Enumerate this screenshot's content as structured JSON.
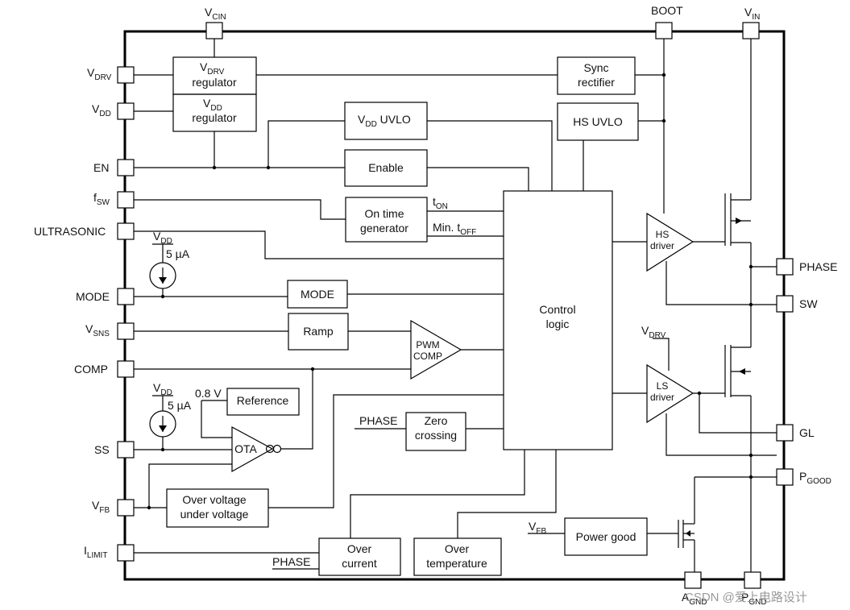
{
  "pins": {
    "vcin": {
      "main": "V",
      "sub": "CIN"
    },
    "boot": "BOOT",
    "vin": {
      "main": "V",
      "sub": "IN"
    },
    "vdrv": {
      "main": "V",
      "sub": "DRV"
    },
    "vdd": {
      "main": "V",
      "sub": "DD"
    },
    "en": "EN",
    "fsw": {
      "main": "f",
      "sub": "SW"
    },
    "ultrasonic": "ULTRASONIC",
    "mode": "MODE",
    "vsns": {
      "main": "V",
      "sub": "SNS"
    },
    "comp": "COMP",
    "ss": "SS",
    "vfb": {
      "main": "V",
      "sub": "FB"
    },
    "ilimit": {
      "main": "I",
      "sub": "LIMIT"
    },
    "phase": "PHASE",
    "sw": "SW",
    "gl": "GL",
    "pgood": {
      "main": "P",
      "sub": "GOOD"
    },
    "agnd": {
      "main": "A",
      "sub": "GND"
    },
    "pgnd": {
      "main": "P",
      "sub": "GND"
    }
  },
  "blocks": {
    "vdrv_regulator": {
      "l1_main": "V",
      "l1_sub": "DRV",
      "l2": "regulator"
    },
    "vdd_regulator": {
      "l1_main": "V",
      "l1_sub": "DD",
      "l2": "regulator"
    },
    "vdd_uvlo": {
      "main": "V",
      "sub": "DD",
      "rest": " UVLO"
    },
    "enable": "Enable",
    "on_time_l1": "On time",
    "on_time_l2": "generator",
    "mode": "MODE",
    "ramp": "Ramp",
    "reference": "Reference",
    "ovuv_l1": "Over voltage",
    "ovuv_l2": "under voltage",
    "over_current_l1": "Over",
    "over_current_l2": "current",
    "over_temp_l1": "Over",
    "over_temp_l2": "temperature",
    "power_good": "Power good",
    "zero_crossing_l1": "Zero",
    "zero_crossing_l2": "crossing",
    "control_l1": "Control",
    "control_l2": "logic",
    "sync_l1": "Sync",
    "sync_l2": "rectifier",
    "hs_uvlo": "HS UVLO",
    "pwm_l1": "PWM",
    "pwm_l2": "COMP",
    "ota": "OTA",
    "hs_l1": "HS",
    "hs_l2": "driver",
    "ls_l1": "LS",
    "ls_l2": "driver"
  },
  "signals": {
    "ton": {
      "main": "t",
      "sub": "ON"
    },
    "mintoff": {
      "pre": "Min. t",
      "sub": "OFF"
    },
    "vdd_src1": {
      "main": "V",
      "sub": "DD"
    },
    "i_src1": "5 µA",
    "vdd_src2": {
      "main": "V",
      "sub": "DD"
    },
    "i_src2": "5 µA",
    "ref_v": "0.8 V",
    "phase_zc": "PHASE",
    "phase_oc": "PHASE",
    "vfb_pg": {
      "main": "V",
      "sub": "FB"
    },
    "vdrv_ls": {
      "main": "V",
      "sub": "DRV"
    }
  },
  "watermark": "CSDN @爱上电路设计"
}
